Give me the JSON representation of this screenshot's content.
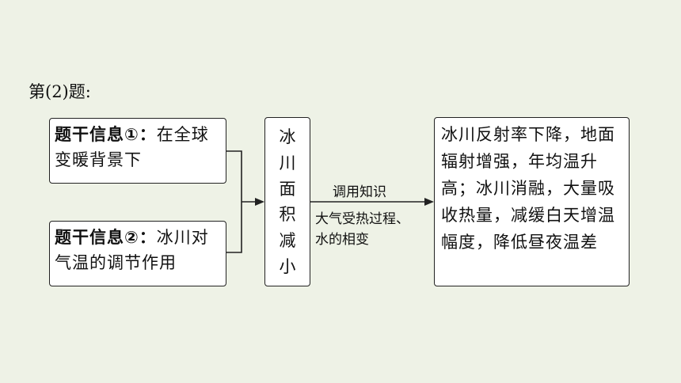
{
  "heading": "第(2)题:",
  "box1": {
    "bold": "题干信息①：",
    "rest": "在全球变暖背景下"
  },
  "box2": {
    "bold": "题干信息②：",
    "rest": "冰川对气温的调节作用"
  },
  "box3": {
    "chars": [
      "冰",
      "川",
      "面",
      "积",
      "减",
      "小"
    ]
  },
  "arrow_label_top": "调用知识",
  "arrow_label_bottom_line1": "大气受热过程、",
  "arrow_label_bottom_line2": "水的相变",
  "box4": "冰川反射率下降，地面辐射增强，年均温升高；冰川消融，大量吸收热量，减缓白天增温幅度，降低昼夜温差"
}
